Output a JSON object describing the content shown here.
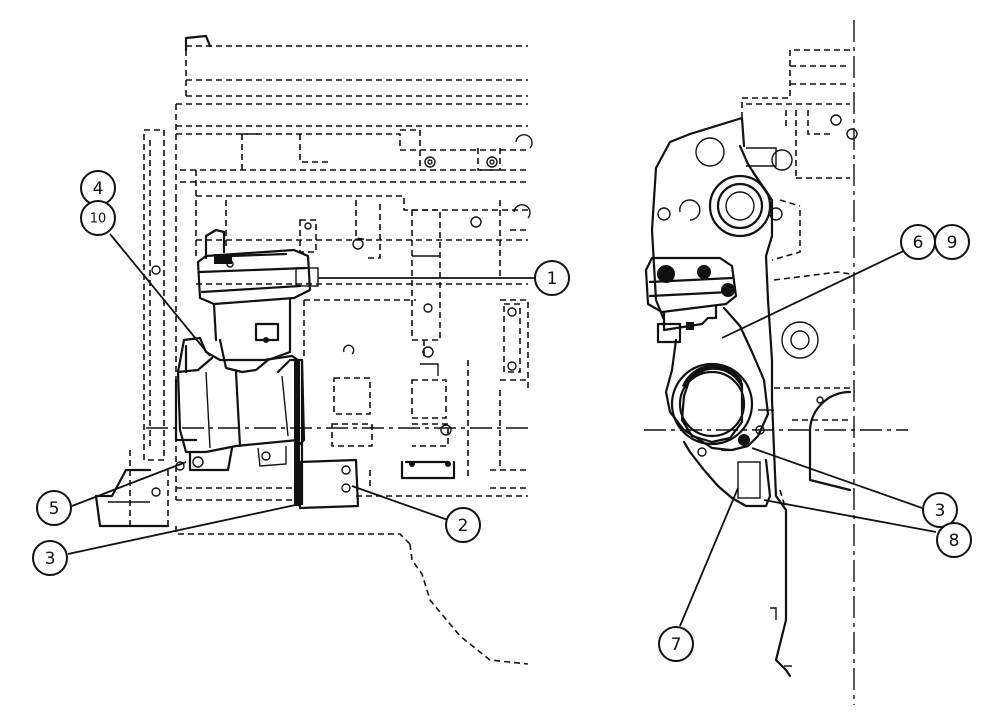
{
  "callouts": [
    {
      "id": "c1",
      "label": "1"
    },
    {
      "id": "c2",
      "label": "2"
    },
    {
      "id": "c3a",
      "label": "3"
    },
    {
      "id": "c4",
      "label": "4"
    },
    {
      "id": "c10",
      "label": "10"
    },
    {
      "id": "c5",
      "label": "5"
    },
    {
      "id": "c6",
      "label": "6"
    },
    {
      "id": "c9",
      "label": "9"
    },
    {
      "id": "c3b",
      "label": "3"
    },
    {
      "id": "c8",
      "label": "8"
    },
    {
      "id": "c7",
      "label": "7"
    }
  ]
}
